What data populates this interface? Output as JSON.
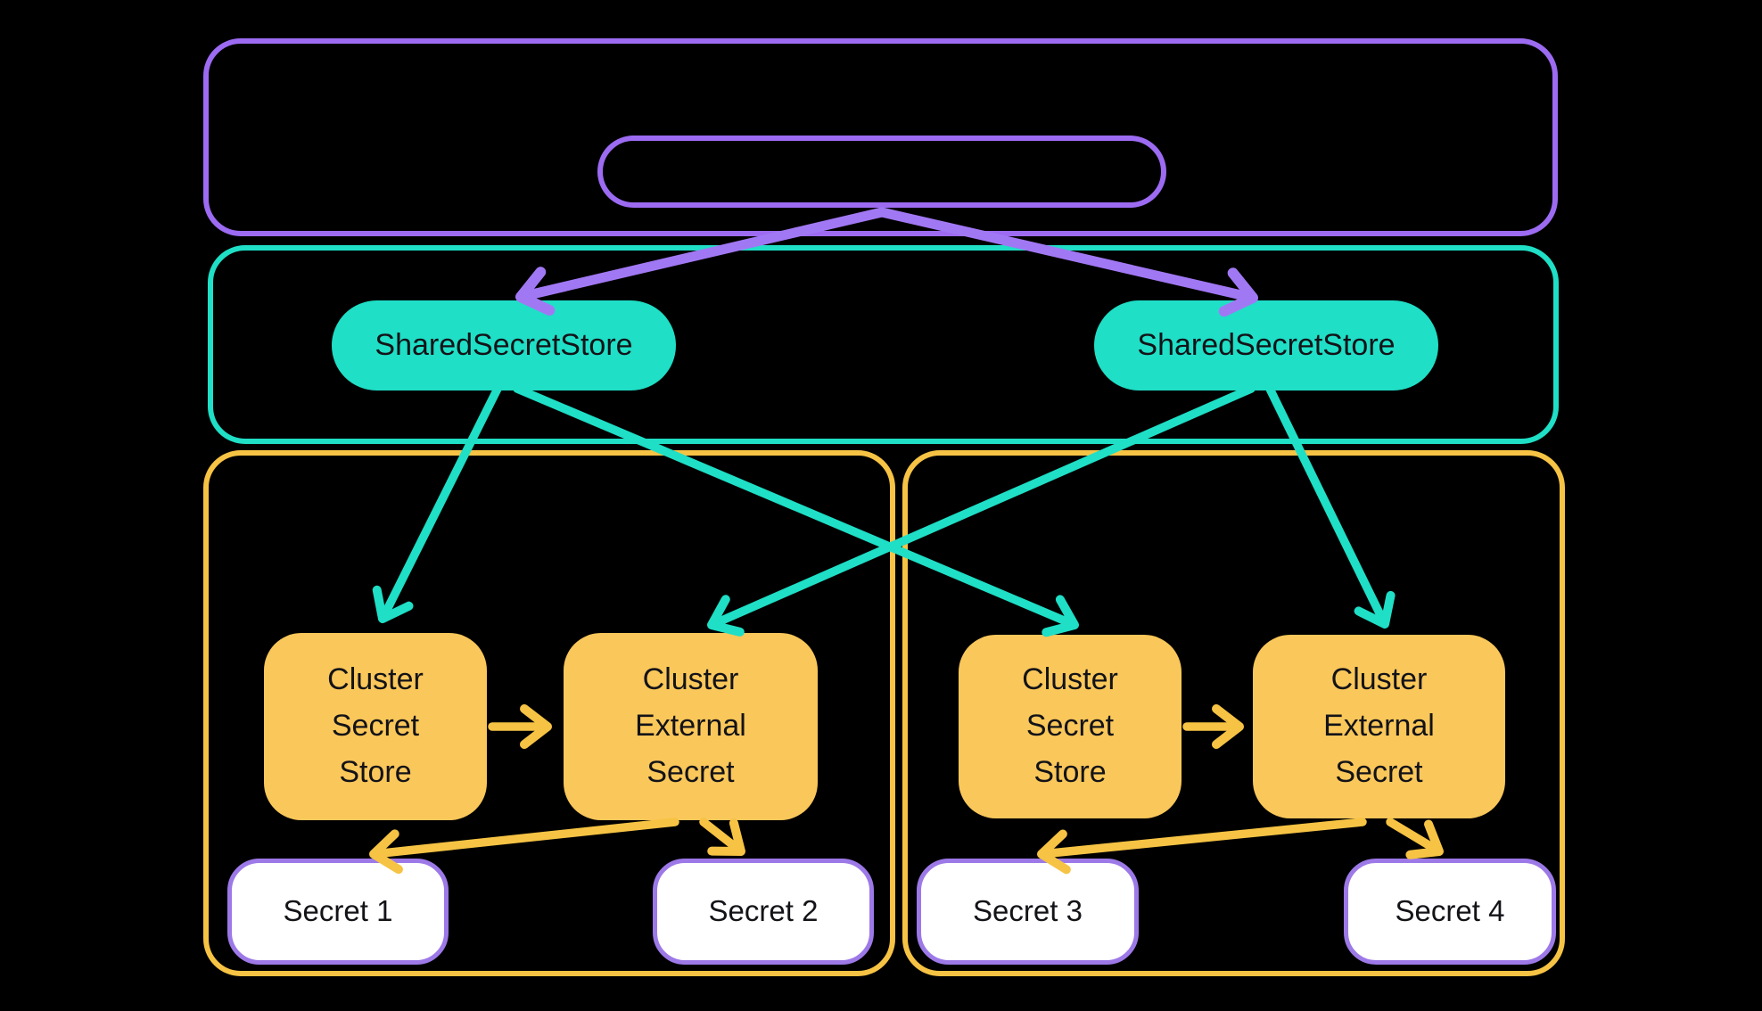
{
  "diagram": {
    "management_cluster": {
      "outer_frame_label": "",
      "inner_pill_label": ""
    },
    "shared_secret_stores": [
      {
        "label": "SharedSecretStore"
      },
      {
        "label": "SharedSecretStore"
      }
    ],
    "workload_clusters": [
      {
        "cluster_secret_store": "Cluster Secret Store",
        "cluster_external_secret": "Cluster External Secret",
        "secrets": [
          "Secret 1",
          "Secret 2"
        ]
      },
      {
        "cluster_secret_store": "Cluster Secret Store",
        "cluster_external_secret": "Cluster External Secret",
        "secrets": [
          "Secret 3",
          "Secret 4"
        ]
      }
    ],
    "edges": [
      {
        "from": "management-pill",
        "to": "shared-secret-store-1",
        "color": "#A178F4"
      },
      {
        "from": "management-pill",
        "to": "shared-secret-store-2",
        "color": "#A178F4"
      },
      {
        "from": "shared-secret-store-1",
        "to": "cluster-secret-store-1",
        "color": "#1FDFC6"
      },
      {
        "from": "shared-secret-store-1",
        "to": "cluster-secret-store-2",
        "color": "#1FDFC6"
      },
      {
        "from": "shared-secret-store-2",
        "to": "cluster-external-secret-1",
        "color": "#1FDFC6"
      },
      {
        "from": "shared-secret-store-2",
        "to": "cluster-external-secret-2",
        "color": "#1FDFC6"
      },
      {
        "from": "cluster-secret-store-1",
        "to": "cluster-external-secret-1",
        "color": "#F6C344"
      },
      {
        "from": "cluster-secret-store-2",
        "to": "cluster-external-secret-2",
        "color": "#F6C344"
      },
      {
        "from": "cluster-external-secret-1",
        "to": "secret-1",
        "color": "#F6C344"
      },
      {
        "from": "cluster-external-secret-1",
        "to": "secret-2",
        "color": "#F6C344"
      },
      {
        "from": "cluster-external-secret-2",
        "to": "secret-3",
        "color": "#F6C344"
      },
      {
        "from": "cluster-external-secret-2",
        "to": "secret-4",
        "color": "#F6C344"
      }
    ],
    "colors": {
      "background": "#000000",
      "purple": "#9C6BF2",
      "purple_arrow": "#A178F4",
      "teal": "#1FDFC6",
      "yellow": "#F6C344",
      "orange_node_fill": "#FAC75A",
      "secret_border": "#9D79E8",
      "secret_fill": "#FFFFFF",
      "text": "#131318"
    }
  }
}
